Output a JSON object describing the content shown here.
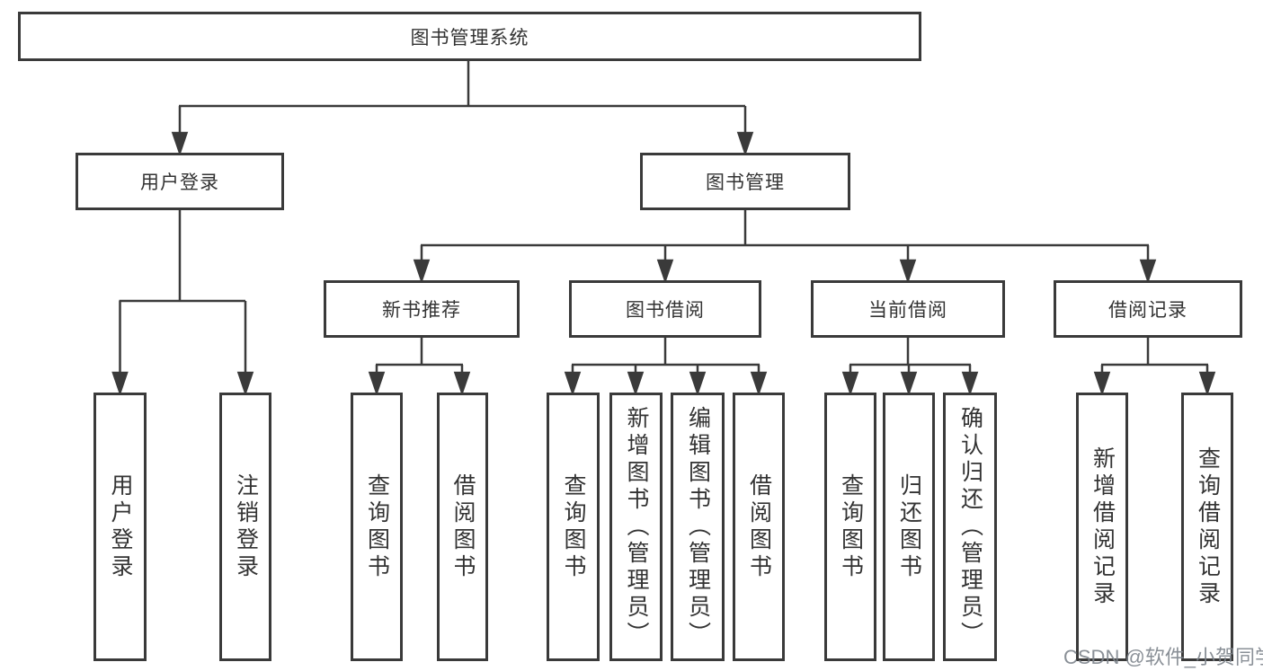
{
  "root": {
    "label": "图书管理系统"
  },
  "level2": [
    {
      "label": "用户登录"
    },
    {
      "label": "图书管理"
    }
  ],
  "level3": [
    {
      "label": "新书推荐"
    },
    {
      "label": "图书借阅"
    },
    {
      "label": "当前借阅"
    },
    {
      "label": "借阅记录"
    }
  ],
  "leaves": {
    "user_login": [
      {
        "label": "用户登录"
      },
      {
        "label": "注销登录"
      }
    ],
    "new_book": [
      {
        "label": "查询图书"
      },
      {
        "label": "借阅图书"
      }
    ],
    "book_borrow": [
      {
        "label": "查询图书"
      },
      {
        "label": "新增图书（管理员）"
      },
      {
        "label": "编辑图书（管理员）"
      },
      {
        "label": "借阅图书"
      }
    ],
    "current_borrow": [
      {
        "label": "查询图书"
      },
      {
        "label": "归还图书"
      },
      {
        "label": "确认归还（管理员）"
      }
    ],
    "borrow_records": [
      {
        "label": "新增借阅记录"
      },
      {
        "label": "查询借阅记录"
      }
    ]
  },
  "watermark": "CSDN @软件_小贺同学",
  "colors": {
    "line": "#3a3a3a",
    "text": "#333333",
    "background": "#ffffff",
    "watermark": "#7d848c"
  }
}
